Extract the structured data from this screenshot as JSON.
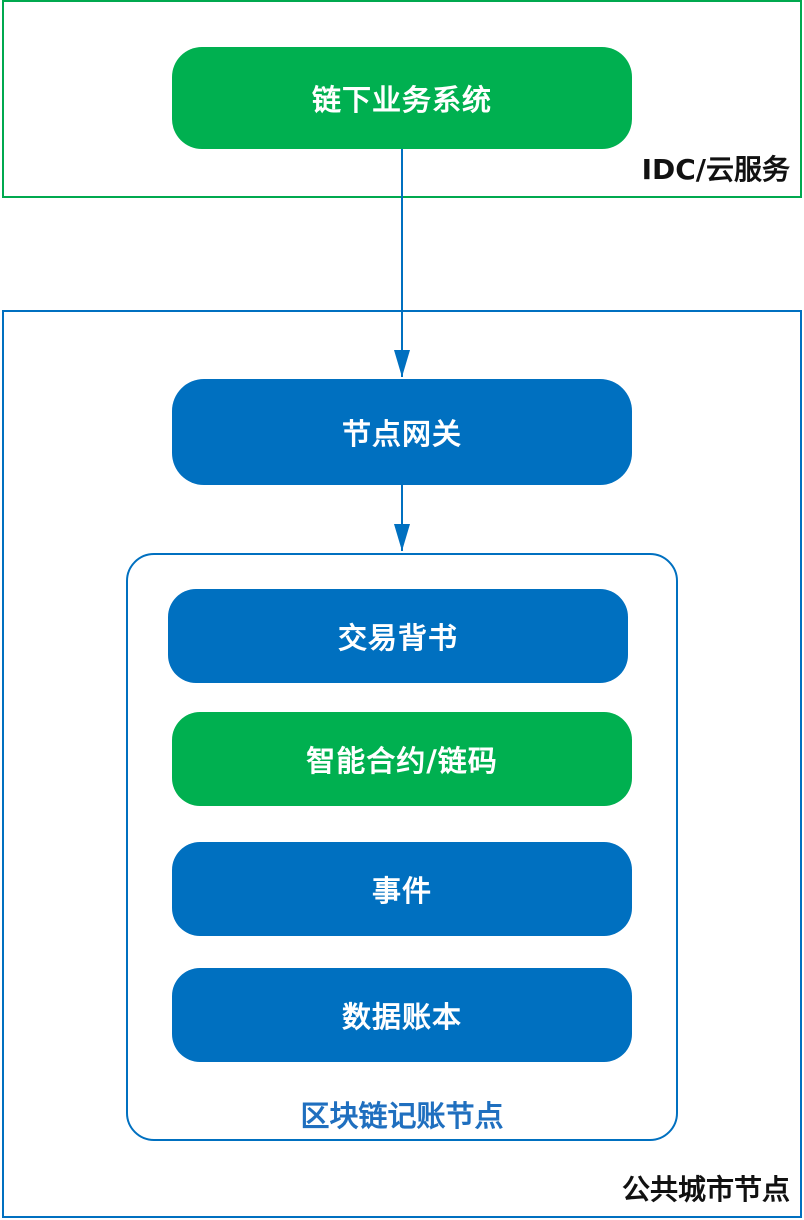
{
  "colors": {
    "green": "#00b050",
    "blue": "#0070c0",
    "green_border": "#00a94f",
    "blue_border": "#0070c0",
    "ledger_label": "#1f6fbf"
  },
  "frames": {
    "idc": "IDC/云服务",
    "public_node": "公共城市节点",
    "ledger_node": "区块链记账节点"
  },
  "boxes": {
    "offchain": "链下业务系统",
    "gateway": "节点网关",
    "tx_endorse": "交易背书",
    "smart_contract": "智能合约/链码",
    "event": "事件",
    "data_ledger": "数据账本"
  }
}
